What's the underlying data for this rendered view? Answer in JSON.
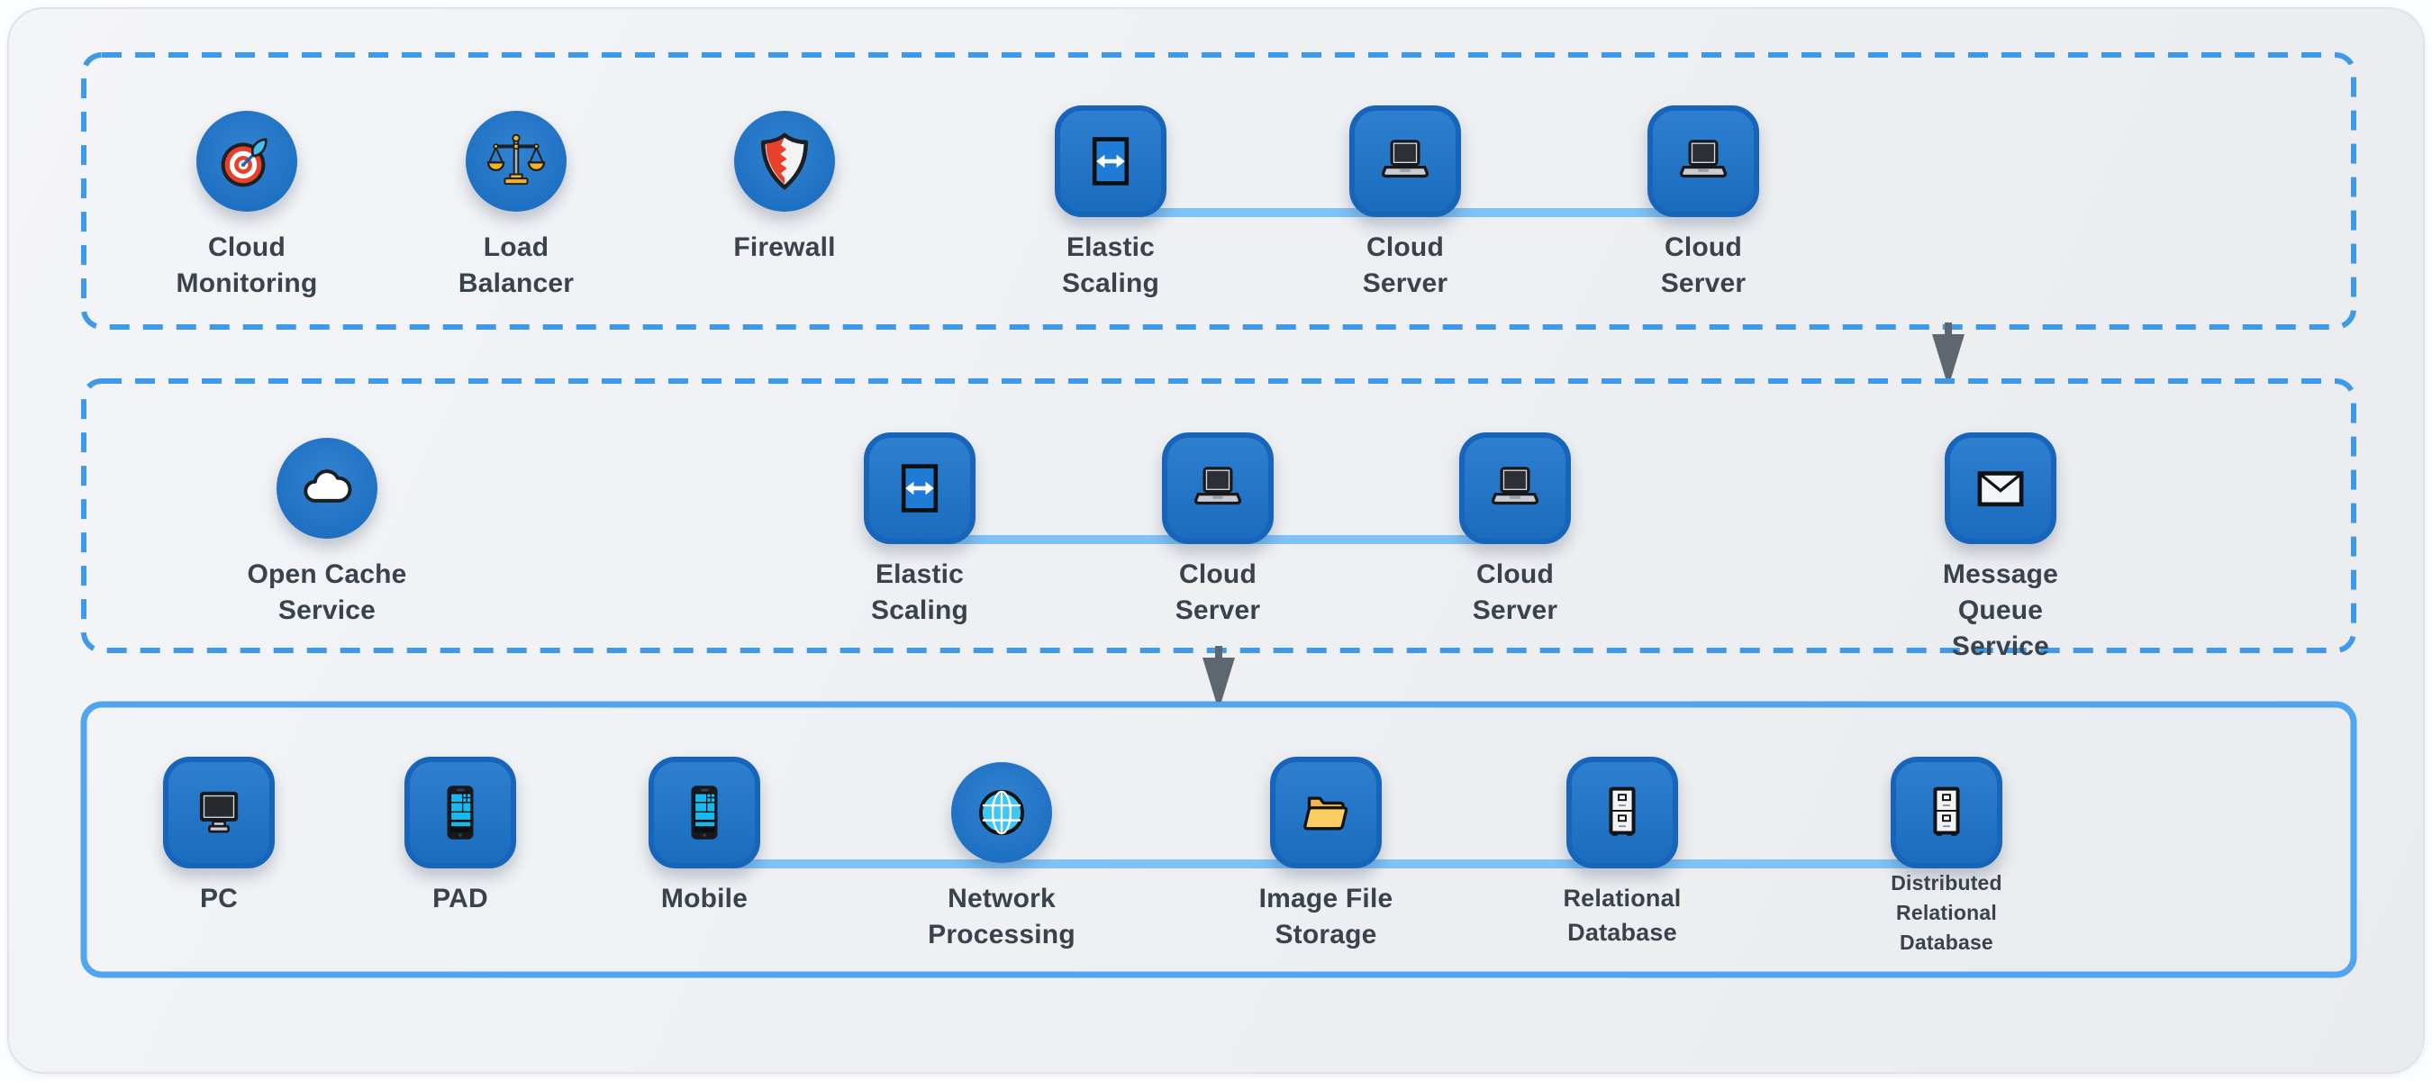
{
  "diagram": {
    "groups": [
      {
        "name": "tier-top",
        "border": "dashed",
        "nodes": [
          {
            "label": "Cloud Monitoring",
            "lines": [
              "Cloud",
              "Monitoring"
            ],
            "shape": "circle",
            "icon": "target-icon"
          },
          {
            "label": "Load Balancer",
            "lines": [
              "Load",
              "Balancer"
            ],
            "shape": "circle",
            "icon": "scales-icon"
          },
          {
            "label": "Firewall",
            "lines": [
              "Firewall"
            ],
            "shape": "circle",
            "icon": "shield-icon"
          },
          {
            "label": "Elastic Scaling",
            "lines": [
              "Elastic",
              "Scaling"
            ],
            "shape": "square",
            "icon": "horizontal-resize-icon"
          },
          {
            "label": "Cloud Server",
            "lines": [
              "Cloud",
              "Server"
            ],
            "shape": "square",
            "icon": "laptop-icon"
          },
          {
            "label": "Cloud Server",
            "lines": [
              "Cloud",
              "Server"
            ],
            "shape": "square",
            "icon": "laptop-icon"
          }
        ]
      },
      {
        "name": "tier-middle",
        "border": "dashed",
        "nodes": [
          {
            "label": "Open Cache Service",
            "lines": [
              "Open Cache",
              "Service"
            ],
            "shape": "circle",
            "icon": "cloud-icon"
          },
          {
            "label": "Elastic Scaling",
            "lines": [
              "Elastic",
              "Scaling"
            ],
            "shape": "square",
            "icon": "horizontal-resize-icon"
          },
          {
            "label": "Cloud Server",
            "lines": [
              "Cloud",
              "Server"
            ],
            "shape": "square",
            "icon": "laptop-icon"
          },
          {
            "label": "Cloud Server",
            "lines": [
              "Cloud",
              "Server"
            ],
            "shape": "square",
            "icon": "laptop-icon"
          },
          {
            "label": "Message Queue Service",
            "lines": [
              "Message",
              "Queue",
              "Service"
            ],
            "shape": "square",
            "icon": "envelope-icon"
          }
        ]
      },
      {
        "name": "tier-bottom",
        "border": "solid",
        "nodes": [
          {
            "label": "PC",
            "lines": [
              "PC"
            ],
            "shape": "square",
            "icon": "desktop-icon"
          },
          {
            "label": "PAD",
            "lines": [
              "PAD"
            ],
            "shape": "square",
            "icon": "smartphone-icon"
          },
          {
            "label": "Mobile",
            "lines": [
              "Mobile"
            ],
            "shape": "square",
            "icon": "smartphone-icon"
          },
          {
            "label": "Network Processing",
            "lines": [
              "Network",
              "Processing"
            ],
            "shape": "circle",
            "icon": "globe-icon"
          },
          {
            "label": "Image File Storage",
            "lines": [
              "Image File",
              "Storage"
            ],
            "shape": "square",
            "icon": "folder-icon"
          },
          {
            "label": "Relational Database",
            "lines": [
              "Relational",
              "Database"
            ],
            "shape": "square",
            "icon": "file-cabinet-icon",
            "text_size": "small"
          },
          {
            "label": "Distributed Relational Database",
            "lines": [
              "Distributed",
              "Relational",
              "Database"
            ],
            "shape": "square",
            "icon": "file-cabinet-icon",
            "text_size": "xsmall"
          }
        ]
      }
    ],
    "flow_arrows": [
      {
        "name": "tier-top-to-middle",
        "direction": "down"
      },
      {
        "name": "tier-middle-to-bottom",
        "direction": "down"
      }
    ],
    "colors": {
      "dashed_box_border": "#3E99E9",
      "solid_box_border": "#4FA5F1",
      "tile_fill": "#1C74CC",
      "tile_border": "#1765BA",
      "connector_line": "#7EC2F6",
      "arrow": "#5E6770",
      "label_text": "#3A424C"
    }
  }
}
